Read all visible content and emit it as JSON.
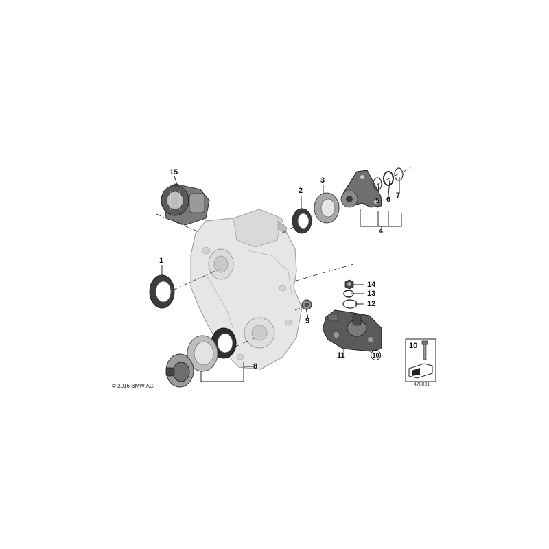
{
  "callouts": {
    "c1": "1",
    "c2": "2",
    "c3": "3",
    "c4": "4",
    "c5": "5",
    "c6": "6",
    "c7": "7",
    "c8": "8",
    "c9": "9",
    "c10": "10",
    "c11": "11",
    "c12": "12",
    "c13": "13",
    "c14": "14",
    "c15": "15",
    "c10_inset": "10"
  },
  "copyright": "© 2016 BMW AG",
  "diagram_number": "478831",
  "colors": {
    "housing_fill": "#e6e6e6",
    "housing_stroke": "#9a9a9a",
    "part_dark": "#4a4a4a",
    "part_mid": "#8c8c8c",
    "part_light": "#cfcfcf"
  }
}
